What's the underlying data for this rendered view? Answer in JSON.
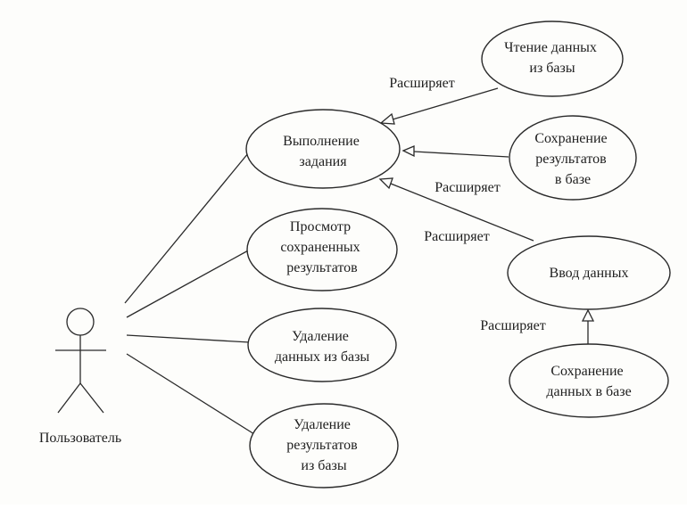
{
  "actor": {
    "label": "Пользователь"
  },
  "use_cases": {
    "execute_task": [
      "Выполнение",
      "задания"
    ],
    "view_saved_results": [
      "Просмотр",
      "сохраненных",
      "результатов"
    ],
    "delete_data": [
      "Удаление",
      "данных из базы"
    ],
    "delete_results": [
      "Удаление",
      "результатов",
      "из базы"
    ],
    "read_data": [
      "Чтение данных",
      "из базы"
    ],
    "save_results": [
      "Сохранение",
      "результатов",
      "в базе"
    ],
    "input_data": [
      "Ввод данных"
    ],
    "save_data": [
      "Сохранение",
      "данных в базе"
    ]
  },
  "relations": {
    "extend_read": "Расширяет",
    "extend_save_results": "Расширяет",
    "extend_input": "Расширяет",
    "extend_save_data": "Расширяет"
  }
}
